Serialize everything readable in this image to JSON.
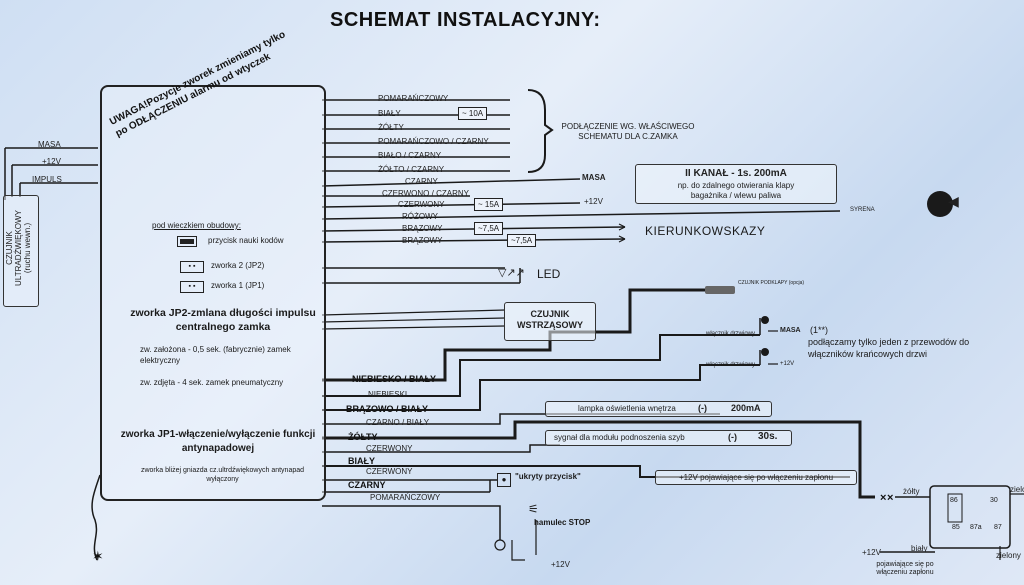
{
  "title": "SCHEMAT INSTALACYJNY:",
  "module": {
    "warning": "UWAGA!Pozycje zworek zmieniamy tylko po ODŁĄCZENIU alarmu od wtyczek",
    "under_cover": "pod wieczkiem obudowy:",
    "button": "przycisk nauki kodów",
    "jp2": "zworka 2 (JP2)",
    "jp1": "zworka 1 (JP1)",
    "jp2_title": "zworka JP2-zmlana długości impulsu centralnego zamka",
    "jp2_on": "zw. założona - 0,5 sek. (fabrycznie) zamek elektryczny",
    "jp2_off": "zw. zdjęta - 4 sek. zamek pneumatyczny",
    "jp1_title": "zworka JP1-włączenie/wyłączenie funkcji antynapadowej",
    "jp1_note": "zworka bliżej gniazda cz.ultrdźwiękowych antynapad wyłączony"
  },
  "left": {
    "masa": "MASA",
    "plus12": "+12V",
    "impuls": "IMPULS",
    "sensor": "CZUJNIK ULTRADŹWIĘKOWY (ruchu wewn.)"
  },
  "top_wires": [
    "POMARAŃCZOWY",
    "BIAŁY",
    "ŻÓŁTY",
    "POMARAŃCZOWO / CZARNY",
    "BIAŁO / CZARNY",
    "ŻÓŁTO / CZARNY"
  ],
  "fuse_10": "~ 10A",
  "lock_note": "PODŁĄCZENIE WG. WŁAŚCIWEGO SCHEMATU DLA C.ZAMKA",
  "mid_wires": [
    "CZARNY",
    "CZERWONO / CZARNY",
    "CZERWONY",
    "RÓŻOWY",
    "BRĄZOWY",
    "BRĄZOWY"
  ],
  "masa_label": "MASA",
  "plus12": "+12V",
  "fuse_15": "~ 15A",
  "fuse_75a": "~7,5A",
  "fuse_75b": "~7,5A",
  "channel2": {
    "title": "II KANAŁ - 1s. 200mA",
    "desc": "np. do zdalnego otwierania klapy bagażnika / wlewu paliwa"
  },
  "syrena": "SYRENA",
  "kierunkowskazy": "KIERUNKOWSKAZY",
  "led": "LED",
  "czujnik_wstrzasowy": "CZUJNIK WSTRZĄSOWY",
  "bottom_wires": [
    "NIEBIESKO / BIAŁY",
    "NIEBIESKI",
    "BRĄZOWO / BIAŁY",
    "CZARNO / BIAŁY",
    "ŻÓŁTY",
    "CZERWONY",
    "BIAŁY",
    "CZERWONY",
    "CZARNY",
    "POMARAŃCZOWY"
  ],
  "hood_label": "CZUJNIK PODKLAPY (opcja)",
  "switch_label_1": "włącznik drzwiowy",
  "switch_label_2": "włącznik drzwiowy",
  "masa_small": "MASA",
  "plus12_small": "+12V",
  "door_note_mark": "(1**)",
  "door_note": "podłączamy tylko jeden z przewodów do włączników krańcowych drzwi",
  "lamp_label": "lampka oświetlenia wnętrza",
  "lamp_sign": "(-)",
  "lamp_val": "200mA",
  "window_label": "sygnał dla modułu podnoszenia szyb",
  "window_sign": "(-)",
  "window_val": "30s.",
  "hidden_button": "\"ukryty przycisk\"",
  "ignition_label": "+12V pojawiające się po włączeniu zapłonu",
  "brake_label": "hamulec STOP",
  "relay": {
    "zolty": "żółty",
    "zielony_top": "zielo",
    "zielony_bottom": "zielony",
    "bialy": "biały",
    "plus12": "+12V",
    "note": "pojawiające się po włączeniu zapłonu",
    "p86": "86",
    "p30": "30",
    "p85": "85",
    "p87a": "87a",
    "p87": "87"
  }
}
